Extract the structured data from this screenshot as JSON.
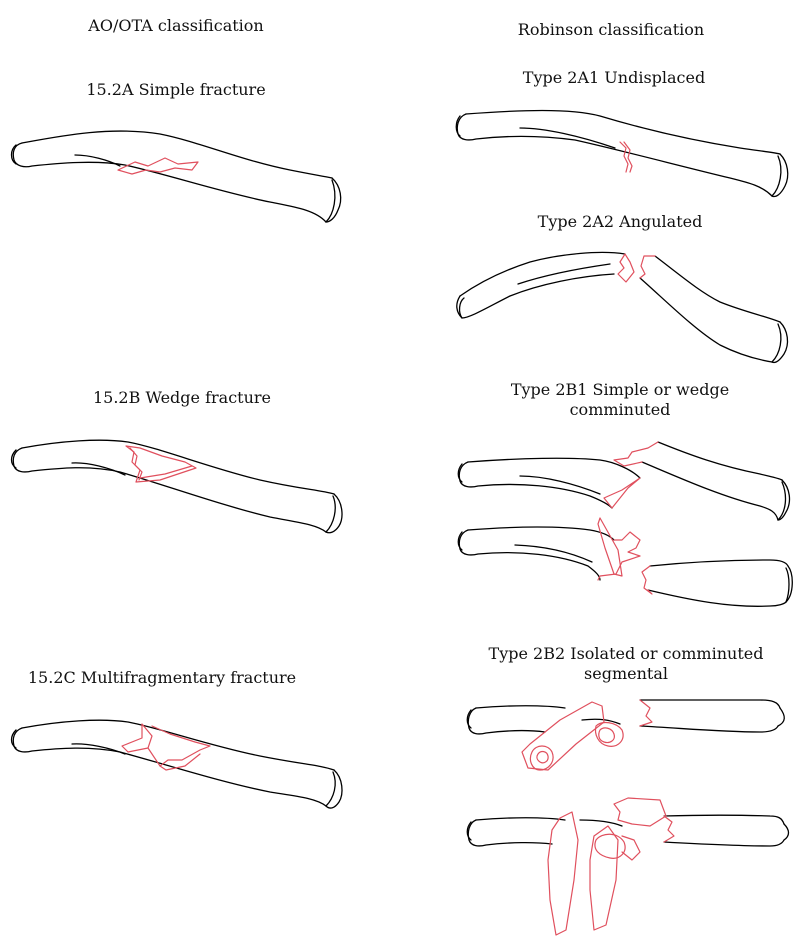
{
  "headings": {
    "left": "AO/OTA classification",
    "right": "Robinson classification"
  },
  "left_types": {
    "a": "15.2A  Simple fracture",
    "b": "15.2B  Wedge fracture",
    "c": "15.2C Multifragmentary fracture"
  },
  "right_types": {
    "a1": "Type 2A1 Undisplaced",
    "a2": "Type 2A2 Angulated",
    "b1_line1": "Type 2B1 Simple or wedge",
    "b1_line2": "comminuted",
    "b2_line1": "Type 2B2 Isolated or comminuted",
    "b2_line2": "segmental"
  },
  "colors": {
    "bone_outline": "#000000",
    "fracture_line": "#e0505e"
  }
}
